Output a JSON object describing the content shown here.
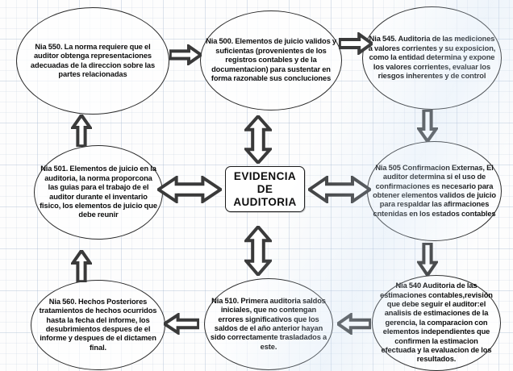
{
  "diagram": {
    "title": "EVIDENCIA DE AUDITORIA",
    "center": {
      "label": "EVIDENCIA\nDE\nAUDITORIA"
    },
    "nodes": [
      {
        "id": "nia-550",
        "position": "top-left",
        "text": "Nia 550. La norma requiere que el auditor obtenga representaciones adecuadas de la direccion sobre las partes relacionadas"
      },
      {
        "id": "nia-500",
        "position": "top-center",
        "text": "Nia 500. Elementos de juicio validos y suficientas (provenientes de los registros contables y de la documentacion) para sustentar en forma razonable sus concluciones"
      },
      {
        "id": "nia-545",
        "position": "top-right",
        "text": "Nia 545. Auditoria de las mediciones a valores corrientes  y su exposicion, como la entidad determina y expone los valores corrientes, evaluar los riesgos inherentes y de control"
      },
      {
        "id": "nia-501",
        "position": "middle-left",
        "text": "Nia 501. Elementos de juicio en la auditoria, la norma proporcona las guias para el trabajo de el auditor durante el inventario fisico, los elementos de juicio que debe reunir"
      },
      {
        "id": "nia-505",
        "position": "middle-right",
        "text": "Nia 505 Confirmacion Externas, El auditor determina si el uso de confirmaciones es necesario para obtener elementos validos de juicio para respaldar las afirmaciones cntenidas en los estados contables"
      },
      {
        "id": "nia-560",
        "position": "bottom-left",
        "text": "Nia 560. Hechos Posteriores tratamientos de hechos ocurridos hasta la fecha del informe, los desubrimientos despues de el informe y despues de el dictamen final."
      },
      {
        "id": "nia-510",
        "position": "bottom-center",
        "text": "Nia 510. Primera auditoria saldos iniciales, que no contengan errores significativos que los saldos de el año anterior hayan sido correctamente trasladados a este."
      },
      {
        "id": "nia-540",
        "position": "bottom-right",
        "text": "Nia 540 Auditoria de las estimaciones contables,revisión que debe seguir el auditor:el analisis de estimaciones de la gerencia, la comparacion con elementos independientes que confirmen la estimacion efectuada y la evaluacion de los resultados."
      }
    ],
    "connectors": [
      {
        "id": "arrow-550-to-500",
        "kind": "arrow-right",
        "from": "nia-550",
        "to": "nia-500"
      },
      {
        "id": "arrow-500-to-545",
        "kind": "arrow-right",
        "from": "nia-500",
        "to": "nia-545"
      },
      {
        "id": "arrow-501-to-550",
        "kind": "arrow-up",
        "from": "nia-501",
        "to": "nia-550"
      },
      {
        "id": "arrow-560-to-501",
        "kind": "arrow-up",
        "from": "nia-560",
        "to": "nia-501"
      },
      {
        "id": "arrow-545-to-505",
        "kind": "arrow-down",
        "from": "nia-545",
        "to": "nia-505"
      },
      {
        "id": "arrow-505-to-540",
        "kind": "arrow-down",
        "from": "nia-505",
        "to": "nia-540"
      },
      {
        "id": "arrow-540-to-510",
        "kind": "arrow-left",
        "from": "nia-540",
        "to": "nia-510"
      },
      {
        "id": "arrow-510-to-560",
        "kind": "arrow-left",
        "from": "nia-510",
        "to": "nia-560"
      },
      {
        "id": "arrow-center-500",
        "kind": "arrow-double-vertical",
        "from": "center",
        "to": "nia-500"
      },
      {
        "id": "arrow-center-510",
        "kind": "arrow-double-vertical",
        "from": "center",
        "to": "nia-510"
      },
      {
        "id": "arrow-center-501",
        "kind": "arrow-double-horizontal",
        "from": "nia-501",
        "to": "center"
      },
      {
        "id": "arrow-center-505",
        "kind": "arrow-double-horizontal",
        "from": "center",
        "to": "nia-505"
      }
    ]
  }
}
